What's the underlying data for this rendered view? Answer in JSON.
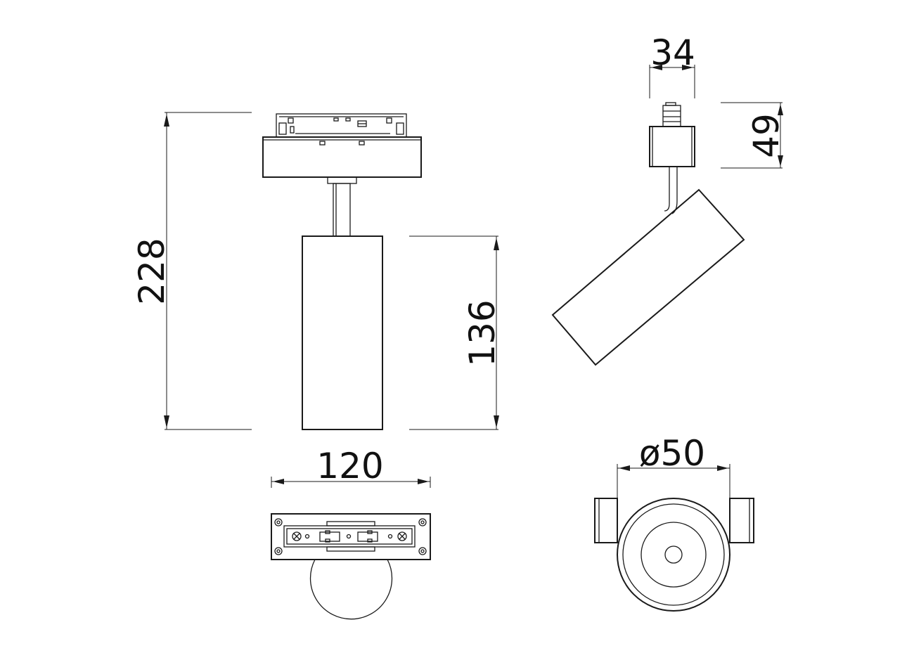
{
  "dimensions": {
    "total_height": "228",
    "body_height": "136",
    "adapter_width": "34",
    "adapter_height": "49",
    "track_width": "120",
    "diameter": "ø50"
  },
  "colors": {
    "line": "#1a1a1a",
    "background": "#ffffff"
  }
}
